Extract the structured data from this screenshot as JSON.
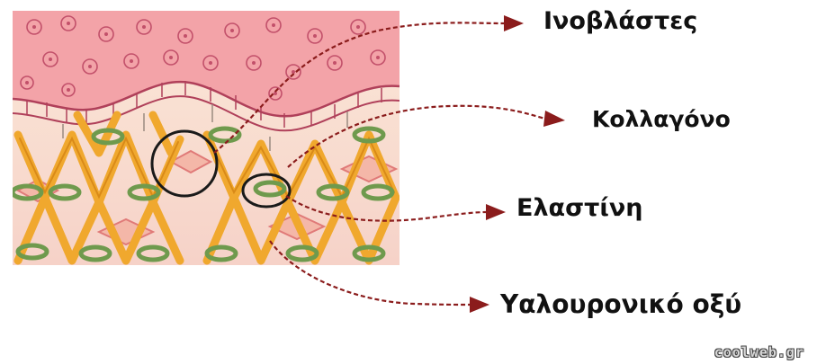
{
  "labels": [
    {
      "id": "fibroblasts",
      "text": "Ινοβλάστες"
    },
    {
      "id": "collagen",
      "text": "Κολλαγόνο"
    },
    {
      "id": "elastin",
      "text": "Ελαστίνη"
    },
    {
      "id": "hyaluronic-acid",
      "text": "Υαλουρονικό οξύ"
    }
  ],
  "watermark": "coolweb.gr",
  "colors": {
    "epidermis": "#f3a3a8",
    "dermis": "#f8dcd0",
    "collagen_fiber": "#f0a82e",
    "elastin_ring": "#6f9a4d",
    "arrow": "#8b1c1c"
  }
}
